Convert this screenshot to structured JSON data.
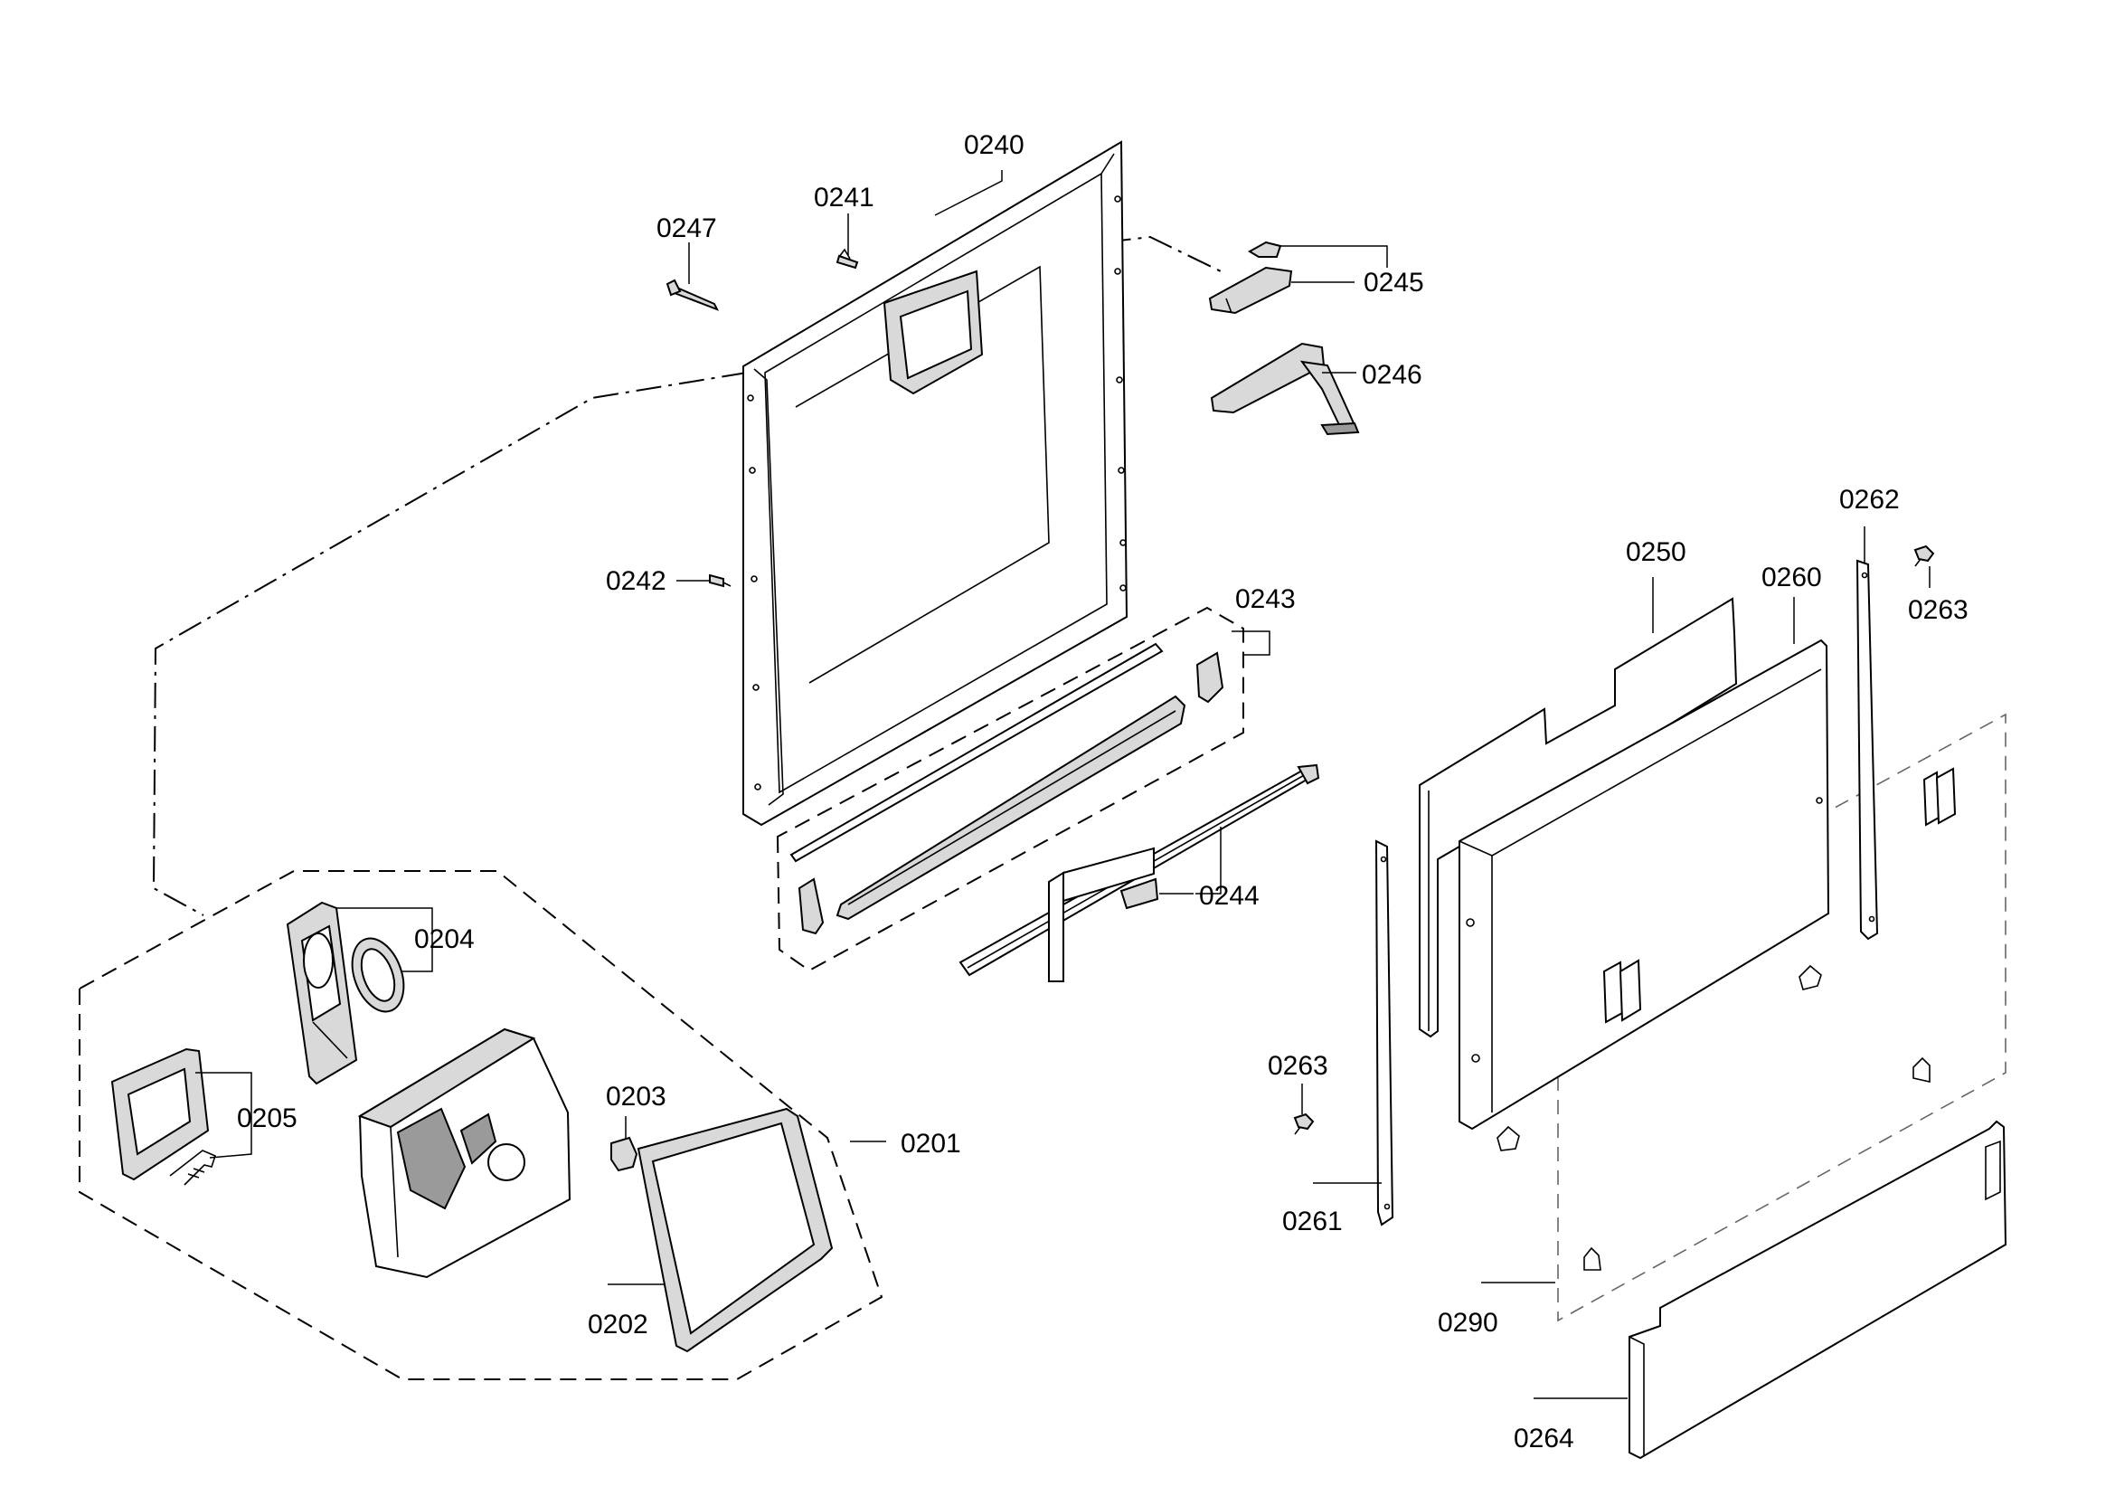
{
  "labels": {
    "p0240": "0240",
    "p0241": "0241",
    "p0247": "0247",
    "p0245": "0245",
    "p0246": "0246",
    "p0242": "0242",
    "p0243": "0243",
    "p0244": "0244",
    "p0204": "0204",
    "p0205": "0205",
    "p0203": "0203",
    "p0201": "0201",
    "p0202": "0202",
    "p0262": "0262",
    "p0263_top": "0263",
    "p0250": "0250",
    "p0260": "0260",
    "p0263_bottom": "0263",
    "p0261": "0261",
    "p0290": "0290",
    "p0264": "0264"
  }
}
